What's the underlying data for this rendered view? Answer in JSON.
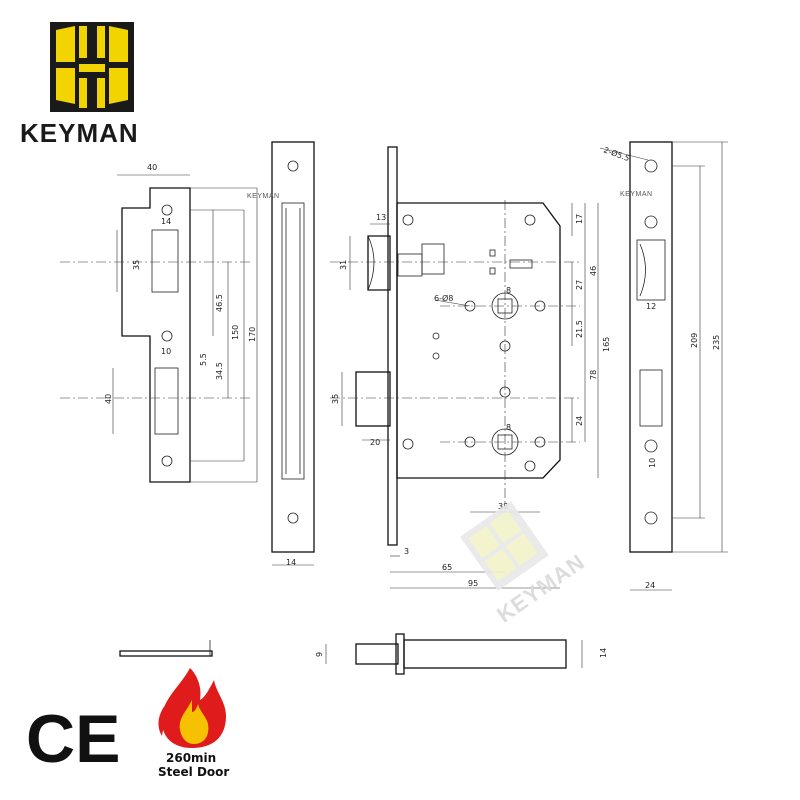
{
  "brand": {
    "name": "KEYMAN",
    "watermark": "KEYMAN",
    "logo_color": "#f2d400"
  },
  "labels": {
    "strike_dims": [
      "40",
      "14",
      "35",
      "46.5",
      "150",
      "170",
      "5.5",
      "34.5",
      "10",
      "40"
    ],
    "lock_dims": [
      "13",
      "31",
      "6-Ø8",
      "35",
      "20",
      "17",
      "46",
      "27",
      "21.5",
      "165",
      "78",
      "8",
      "8",
      "24",
      "38",
      "3",
      "65",
      "95"
    ],
    "faceplate_dims": [
      "2-Ø5.5",
      "209",
      "235",
      "12",
      "10",
      "24"
    ],
    "spindle_dims": [
      "9",
      "14"
    ]
  },
  "certification": {
    "ce": "CE",
    "fire_line1": "260min",
    "fire_line2": "Steel Door",
    "flame_color": "#e01b1b",
    "flame_inner_color": "#f6c100"
  }
}
